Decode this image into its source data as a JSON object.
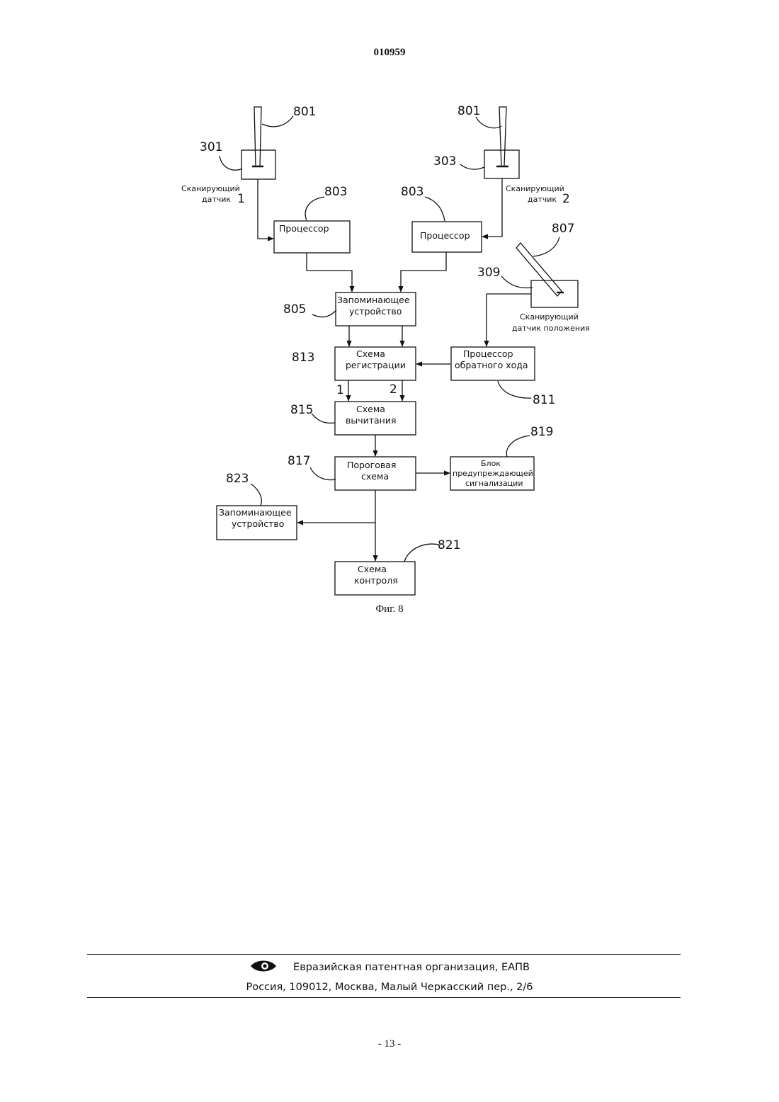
{
  "header": {
    "doc_number": "010959"
  },
  "figure": {
    "caption": "Фиг. 8",
    "refs": {
      "r801a": "801",
      "r801b": "801",
      "r301": "301",
      "r303": "303",
      "r803a": "803",
      "r803b": "803",
      "r807": "807",
      "r309": "309",
      "r805": "805",
      "r813": "813",
      "r811": "811",
      "r815": "815",
      "r819": "819",
      "r817": "817",
      "r823": "823",
      "r821": "821",
      "path1": "1",
      "path2": "2"
    },
    "sensor1": {
      "line1": "Сканирующий",
      "line2": "датчик",
      "num": "1"
    },
    "sensor2": {
      "line1": "Сканирующий",
      "line2": "датчик",
      "num": "2"
    },
    "position_sensor": {
      "line1": "Сканирующий",
      "line2": "датчик положения"
    },
    "processor_left": "Процессор",
    "processor_right": "Процессор",
    "memory_top": {
      "line1": "Запоминающее",
      "line2": "устройство"
    },
    "registration": {
      "line1": "Схема",
      "line2": "регистрации"
    },
    "backtrace": {
      "line1": "Процессор",
      "line2": "обратного хода"
    },
    "subtraction": {
      "line1": "Схема",
      "line2": "вычитания"
    },
    "threshold": {
      "line1": "Пороговая",
      "line2": "схема"
    },
    "warning": {
      "line1": "Блок",
      "line2": "предупреждающей",
      "line3": "сигнализации"
    },
    "memory_bottom": {
      "line1": "Запоминающее",
      "line2": "устройство"
    },
    "control": {
      "line1": "Схема",
      "line2": "контроля"
    }
  },
  "footer": {
    "org": "Евразийская патентная организация, ЕАПВ",
    "address": "Россия, 109012, Москва, Малый Черкасский пер., 2/6",
    "logo_icon": "eapo-eye-icon"
  },
  "page": {
    "number": "- 13 -"
  }
}
